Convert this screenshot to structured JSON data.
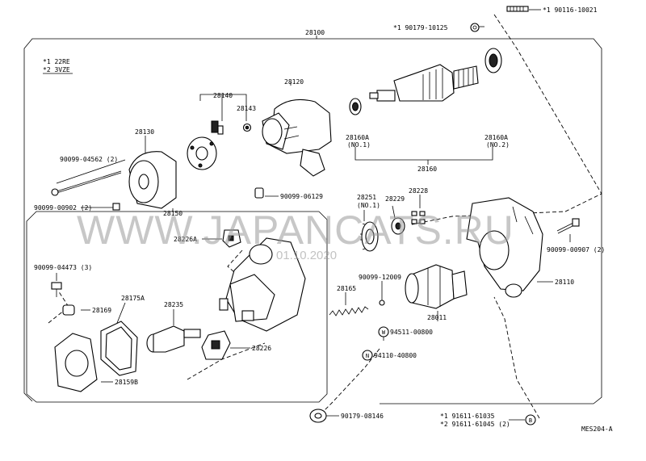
{
  "watermark": {
    "site": "WWW.JAPANCATS.RU",
    "date": "01.10.2020"
  },
  "legend": {
    "line1": "*1 22RE",
    "line2": "*2 3VZE"
  },
  "figure_code": "MES204-A",
  "callout_letters": {
    "w": "W",
    "n": "N",
    "b": "B"
  },
  "labels": {
    "p28100": "28100",
    "p90116": "*1 90116-10021",
    "p90179_10125": "*1 90179-10125",
    "p28120": "28120",
    "p28140": "28140",
    "p28143": "28143",
    "p28130": "28130",
    "p90099_04562": "90099-04562 (2)",
    "p90099_00902": "90099-00902 (2)",
    "p28150": "28150",
    "p90099_06129": "90099-06129",
    "p28160a_1": "28160A",
    "p28160a_1n": "(NO.1)",
    "p28160a_2": "28160A",
    "p28160a_2n": "(NO.2)",
    "p28160": "28160",
    "p28251": "28251",
    "p28251n": "(NO.1)",
    "p28229": "28229",
    "p28228": "28228",
    "p28226a": "28226A",
    "p90099_00907": "90099-00907 (2)",
    "p90099_04473": "90099-04473 (3)",
    "p28169": "28169",
    "p28175a": "28175A",
    "p28235": "28235",
    "p28165": "28165",
    "p90099_12009": "90099-12009",
    "p28110": "28110",
    "p28011": "28011",
    "p94511": "94511-00800",
    "p94110": "94110-40800",
    "p28226": "28226",
    "p28159b": "28159B",
    "p90179_08146": "90179-08146",
    "p91611_61035": "*1 91611-61035",
    "p91611_61045": "*2 91611-61045 (2)"
  }
}
